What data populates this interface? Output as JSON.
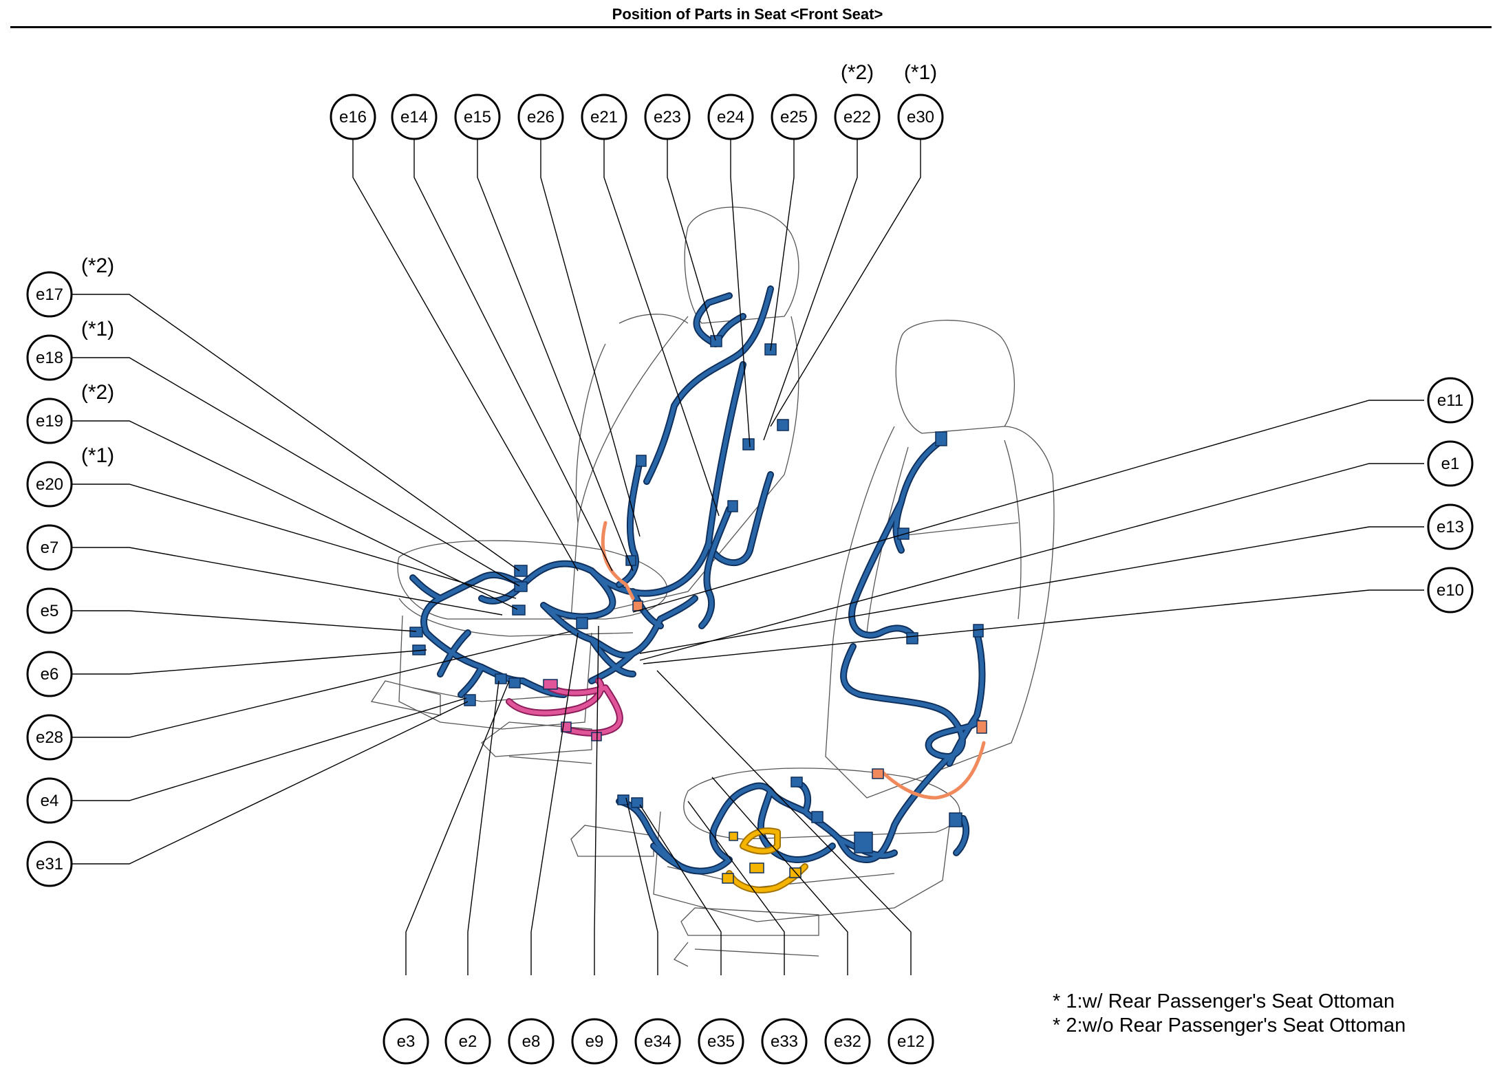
{
  "title": "Position of Parts in Seat <Front Seat>",
  "colors": {
    "harness": "#2866a8",
    "harness_edge": "#0f2f5c",
    "pink": "#e0559a",
    "orange": "#f08a5d",
    "yellow": "#f5b400"
  },
  "top_labels": [
    {
      "name": "e16",
      "note": ""
    },
    {
      "name": "e14",
      "note": ""
    },
    {
      "name": "e15",
      "note": ""
    },
    {
      "name": "e26",
      "note": ""
    },
    {
      "name": "e21",
      "note": ""
    },
    {
      "name": "e23",
      "note": ""
    },
    {
      "name": "e24",
      "note": ""
    },
    {
      "name": "e25",
      "note": ""
    },
    {
      "name": "e22",
      "note": "(*2)"
    },
    {
      "name": "e30",
      "note": "(*1)"
    }
  ],
  "left_labels": [
    {
      "name": "e17",
      "note": "(*2)"
    },
    {
      "name": "e18",
      "note": "(*1)"
    },
    {
      "name": "e19",
      "note": "(*2)"
    },
    {
      "name": "e20",
      "note": "(*1)"
    },
    {
      "name": "e7",
      "note": ""
    },
    {
      "name": "e5",
      "note": ""
    },
    {
      "name": "e6",
      "note": ""
    },
    {
      "name": "e28",
      "note": ""
    },
    {
      "name": "e4",
      "note": ""
    },
    {
      "name": "e31",
      "note": ""
    }
  ],
  "right_labels": [
    {
      "name": "e11",
      "note": ""
    },
    {
      "name": "e1",
      "note": ""
    },
    {
      "name": "e13",
      "note": ""
    },
    {
      "name": "e10",
      "note": ""
    }
  ],
  "bottom_labels": [
    {
      "name": "e3",
      "note": ""
    },
    {
      "name": "e2",
      "note": ""
    },
    {
      "name": "e8",
      "note": ""
    },
    {
      "name": "e9",
      "note": ""
    },
    {
      "name": "e34",
      "note": ""
    },
    {
      "name": "e35",
      "note": ""
    },
    {
      "name": "e33",
      "note": ""
    },
    {
      "name": "e32",
      "note": ""
    },
    {
      "name": "e12",
      "note": ""
    }
  ],
  "notes": [
    "* 1:w/ Rear Passenger's Seat Ottoman",
    "* 2:w/o Rear Passenger's Seat Ottoman"
  ]
}
